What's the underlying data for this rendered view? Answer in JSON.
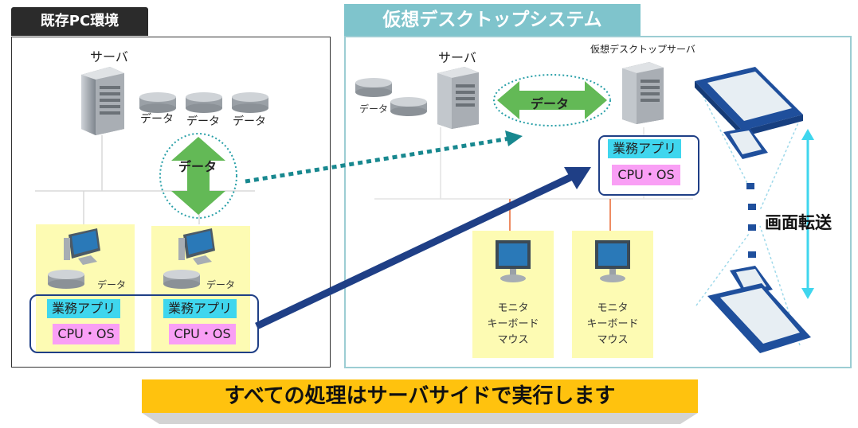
{
  "left_tab": "既存PC環境",
  "right_tab": "仮想デスクトップシステム",
  "left": {
    "server_label": "サーバ",
    "data_labels": [
      "データ",
      "データ",
      "データ"
    ],
    "data_arrow_label": "データ",
    "clients": [
      {
        "data_label": "データ",
        "business_app": "業務アプリ",
        "cpu_os": "CPU・OS"
      },
      {
        "data_label": "データ",
        "business_app": "業務アプリ",
        "cpu_os": "CPU・OS"
      }
    ]
  },
  "right": {
    "server_label": "サーバ",
    "data_label": "データ",
    "vd_server_label": "仮想デスクトップサーバ",
    "data_arrow_label": "データ",
    "business_app": "業務アプリ",
    "cpu_os": "CPU・OS",
    "terminals": [
      {
        "line1": "モニタ",
        "line2": "キーボード",
        "line3": "マウス"
      },
      {
        "line1": "モニタ",
        "line2": "キーボード",
        "line3": "マウス"
      }
    ],
    "transfer_label": "画面転送"
  },
  "banner": "すべての処理はサーバサイドで実行します",
  "colors": {
    "accent_dark": "#1f3f86",
    "teal": "#2aa0a8",
    "green": "#5fb84f",
    "yellow": "#ffc20e",
    "cyan": "#3fd6ee",
    "pink": "#f99ff5"
  }
}
